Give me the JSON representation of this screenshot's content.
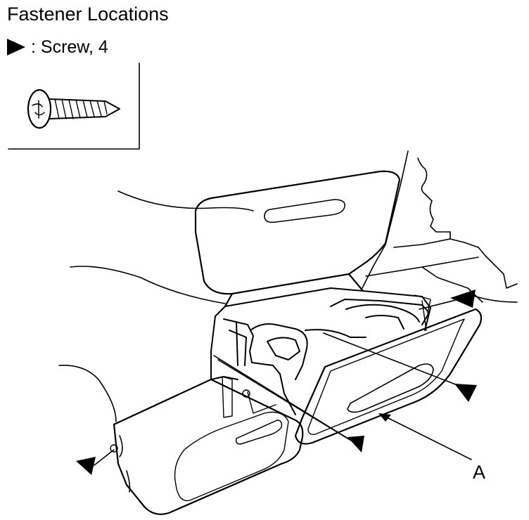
{
  "header": {
    "title": "Fastener Locations"
  },
  "legend": {
    "symbol": "filled-triangle-marker",
    "text": ": Screw, 4"
  },
  "callouts": {
    "a_label": "A"
  },
  "colors": {
    "ink": "#000000",
    "paper": "#ffffff"
  }
}
